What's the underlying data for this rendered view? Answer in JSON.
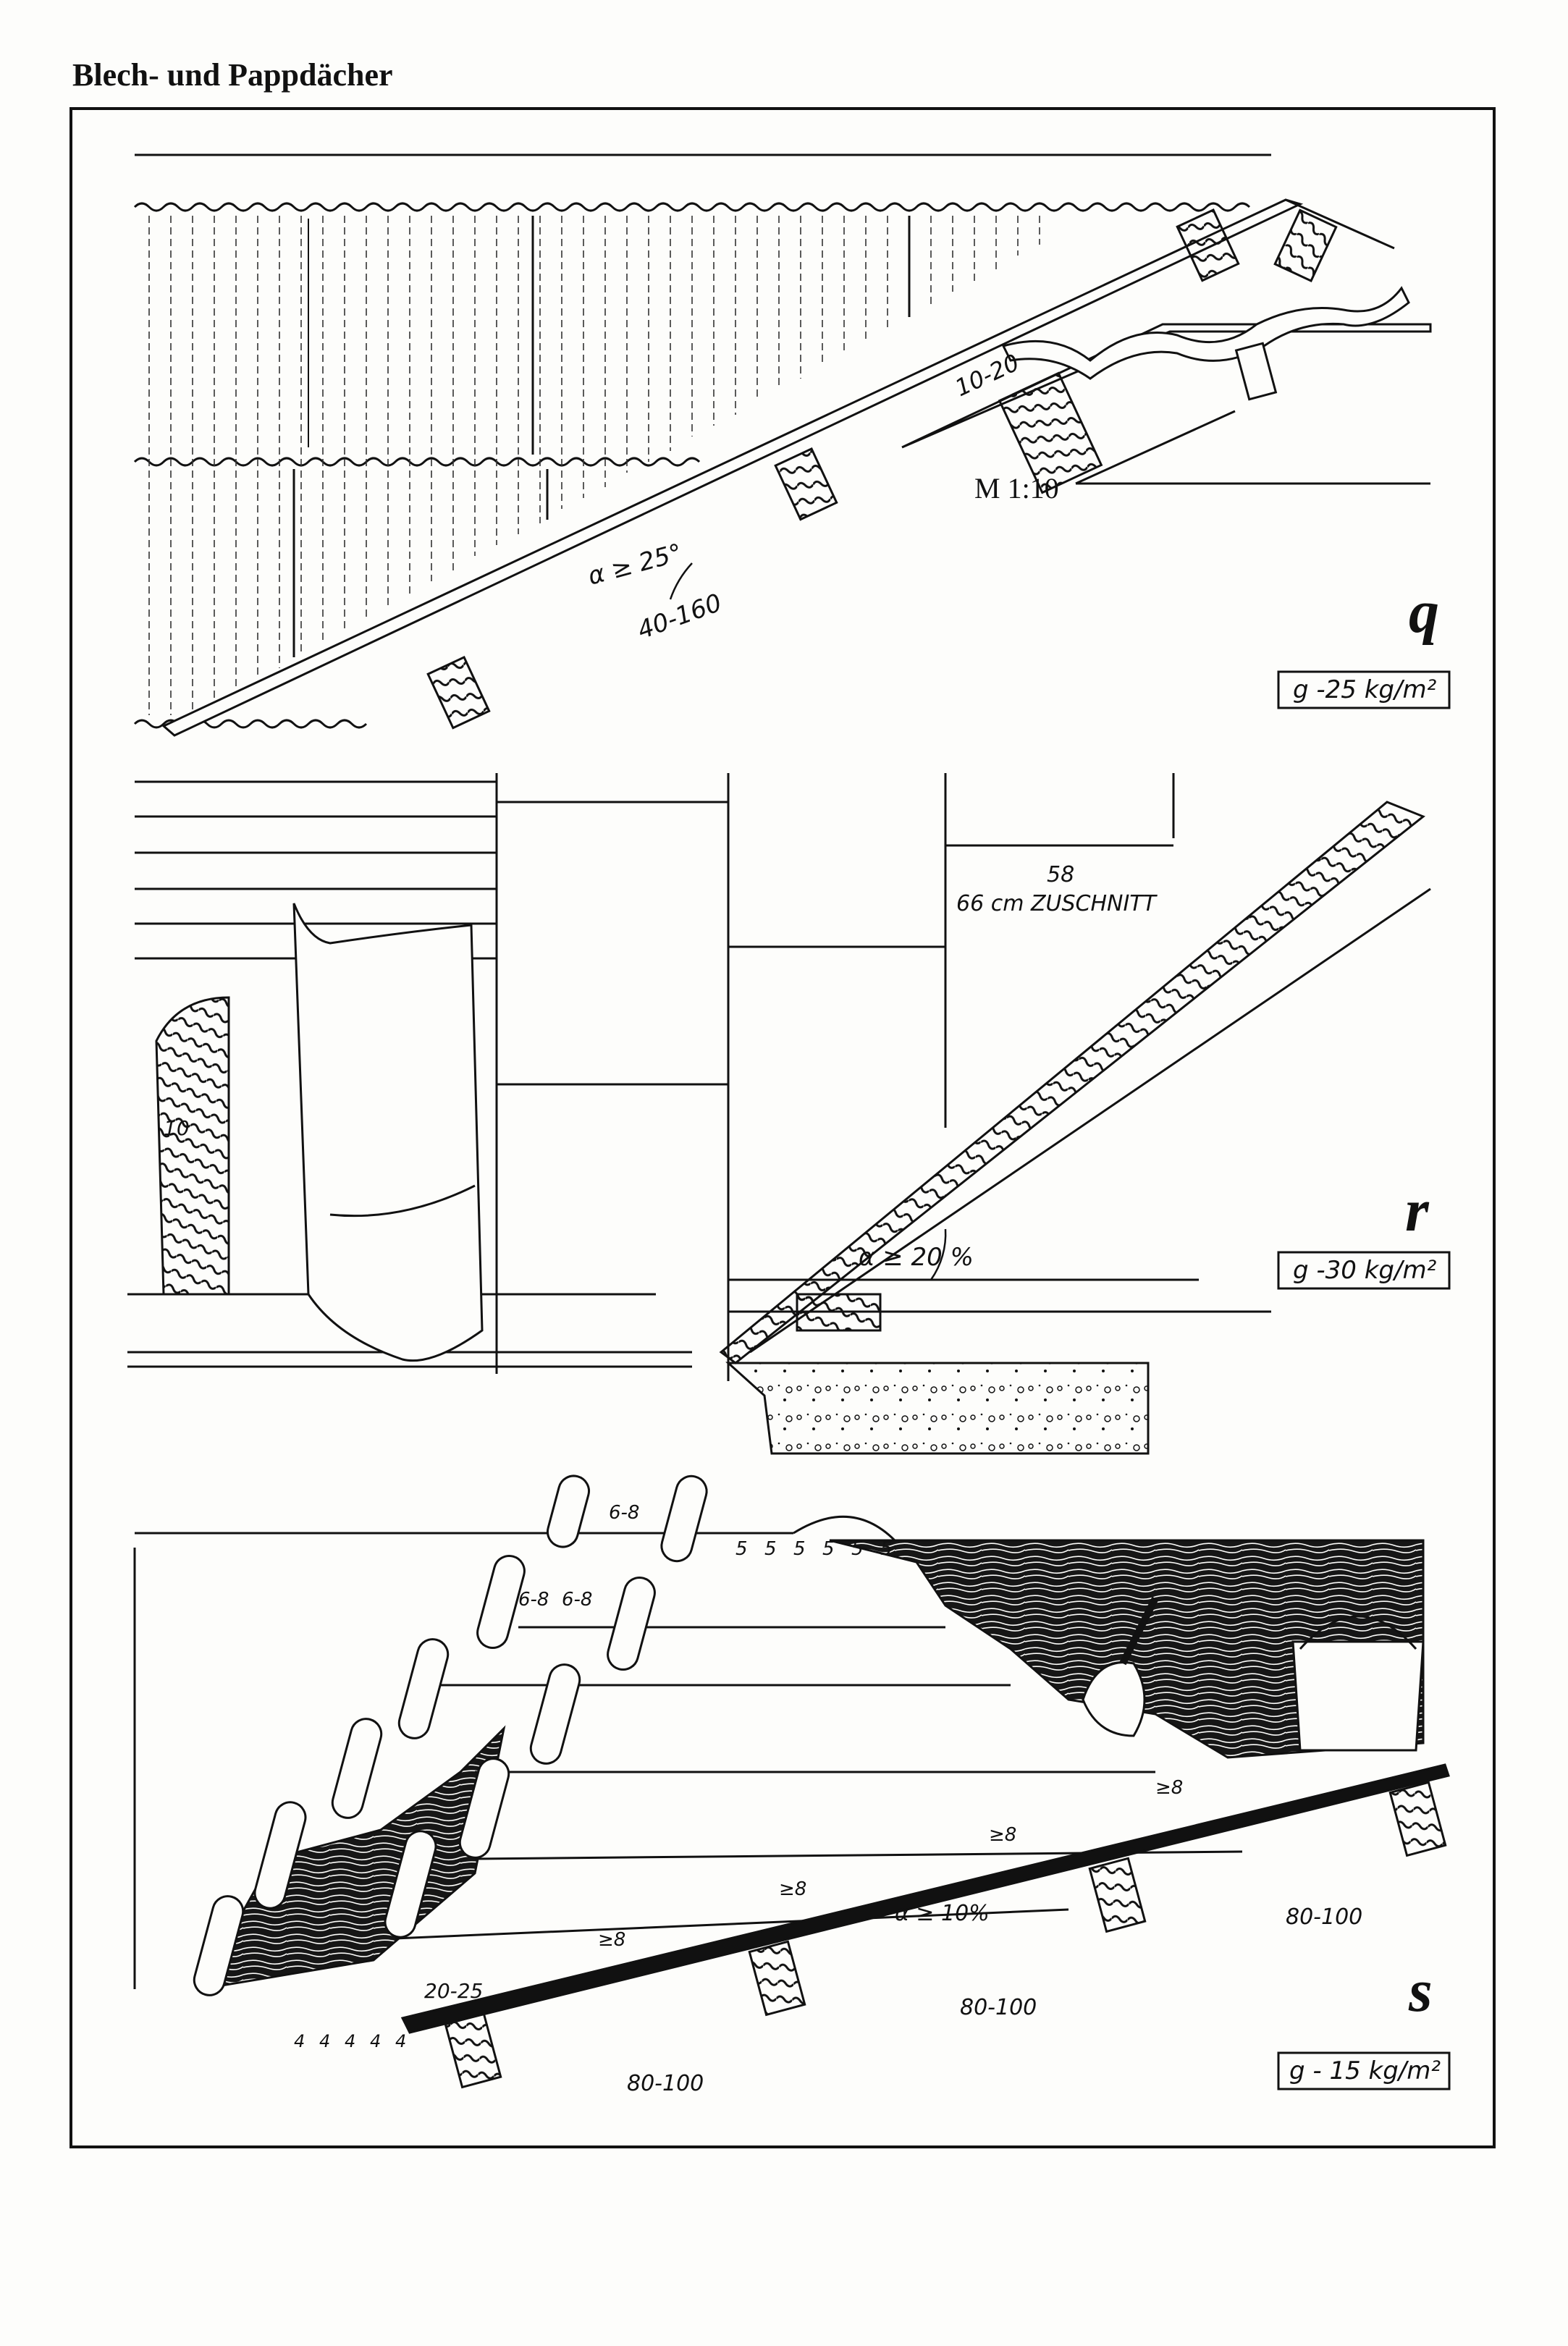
{
  "header": {
    "title": "Blech- und Pappdächer"
  },
  "panels": [
    {
      "letter": "q",
      "weight": "g -25 kg/m²",
      "scale": "M 1:10",
      "angle": "α ≥ 25°",
      "purlin_spacing": "40-160",
      "overlap": "10-20"
    },
    {
      "letter": "r",
      "weight": "g -30 kg/m²",
      "angle": "α ≥ 20 %",
      "width_dim": "58",
      "cut_dim": "66 cm ZUSCHNITT",
      "edge_dim": "10"
    },
    {
      "letter": "s",
      "weight": "g - 15 kg/m²",
      "angle": "α ≥ 10%",
      "overlap_min": "≥8",
      "overlap_a": "6-8",
      "overlap_b": "6-8",
      "overlap_c": "6-8",
      "nail_spacing": "5",
      "edge_spacing": "4",
      "eave": "20-25",
      "spacing": "80-100"
    }
  ]
}
